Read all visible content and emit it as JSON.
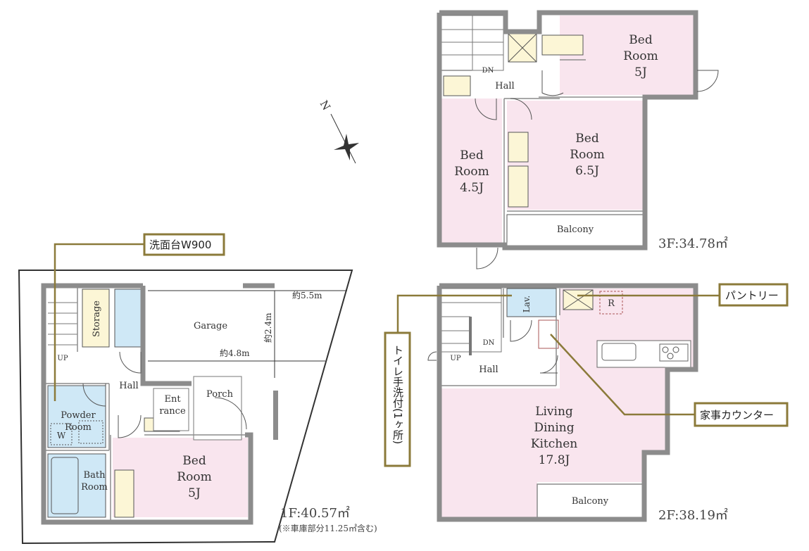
{
  "floor3": {
    "area": "3F:34.78㎡",
    "rooms": {
      "bed_5j": [
        "Bed",
        "Room",
        "5J"
      ],
      "bed_45j": [
        "Bed",
        "Room",
        "4.5J"
      ],
      "bed_65j": [
        "Bed",
        "Room",
        "6.5J"
      ],
      "hall": "Hall",
      "dn": "DN",
      "balcony": "Balcony"
    }
  },
  "floor2": {
    "area": "2F:38.19㎡",
    "rooms": {
      "ldk": [
        "Living",
        "Dining",
        "Kitchen",
        "17.8J"
      ],
      "hall": "Hall",
      "up": "UP",
      "dn": "DN",
      "lav": "Lav.",
      "fridge": "R",
      "balcony": "Balcony"
    }
  },
  "floor1": {
    "area": "1F:40.57㎡",
    "area_note": "(※車庫部分11.25㎡含む)",
    "rooms": {
      "garage": "Garage",
      "storage": "Storage",
      "up": "UP",
      "hall": "Hall",
      "powder": [
        "Powder",
        "Room"
      ],
      "washer": "W",
      "bath": [
        "Bath",
        "Room"
      ],
      "entrance": [
        "Ent",
        "rance"
      ],
      "porch": "Porch",
      "bed_5j": [
        "Bed",
        "Room",
        "5J"
      ]
    },
    "dimensions": {
      "width_total": "約5.5m",
      "width_inner": "約4.8m",
      "depth": "約2.4m"
    }
  },
  "callouts": {
    "washstand": "洗面台W900",
    "toilet_sink": "トイレ手洗付(1ヶ所)",
    "pantry": "パントリー",
    "counter": "家事カウンター"
  },
  "compass": {
    "north": "N"
  },
  "colors": {
    "wall": "#8c8c8c",
    "bedroom": "#f9e5ee",
    "wet_area": "#cfe8f6",
    "storage": "#fcf6d6",
    "callout": "#8b7a3a"
  }
}
